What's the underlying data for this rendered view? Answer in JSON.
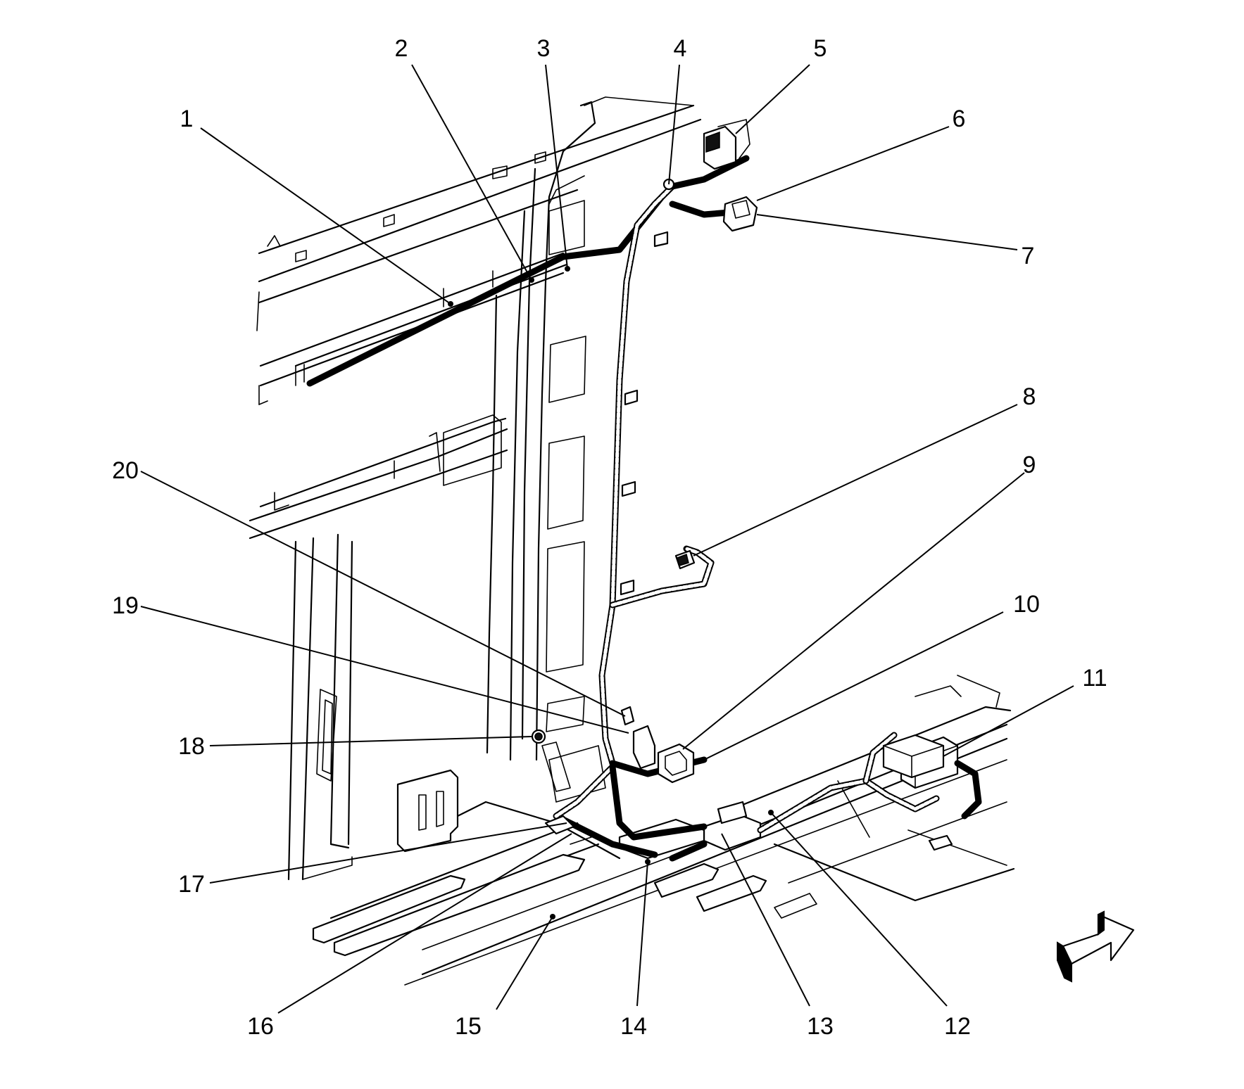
{
  "diagram": {
    "callouts": [
      "1",
      "2",
      "3",
      "4",
      "5",
      "6",
      "7",
      "8",
      "9",
      "10",
      "11",
      "12",
      "13",
      "14",
      "15",
      "16",
      "17",
      "18",
      "19",
      "20"
    ]
  },
  "icons": {
    "direction_arrow": "forward-arrow-icon"
  }
}
